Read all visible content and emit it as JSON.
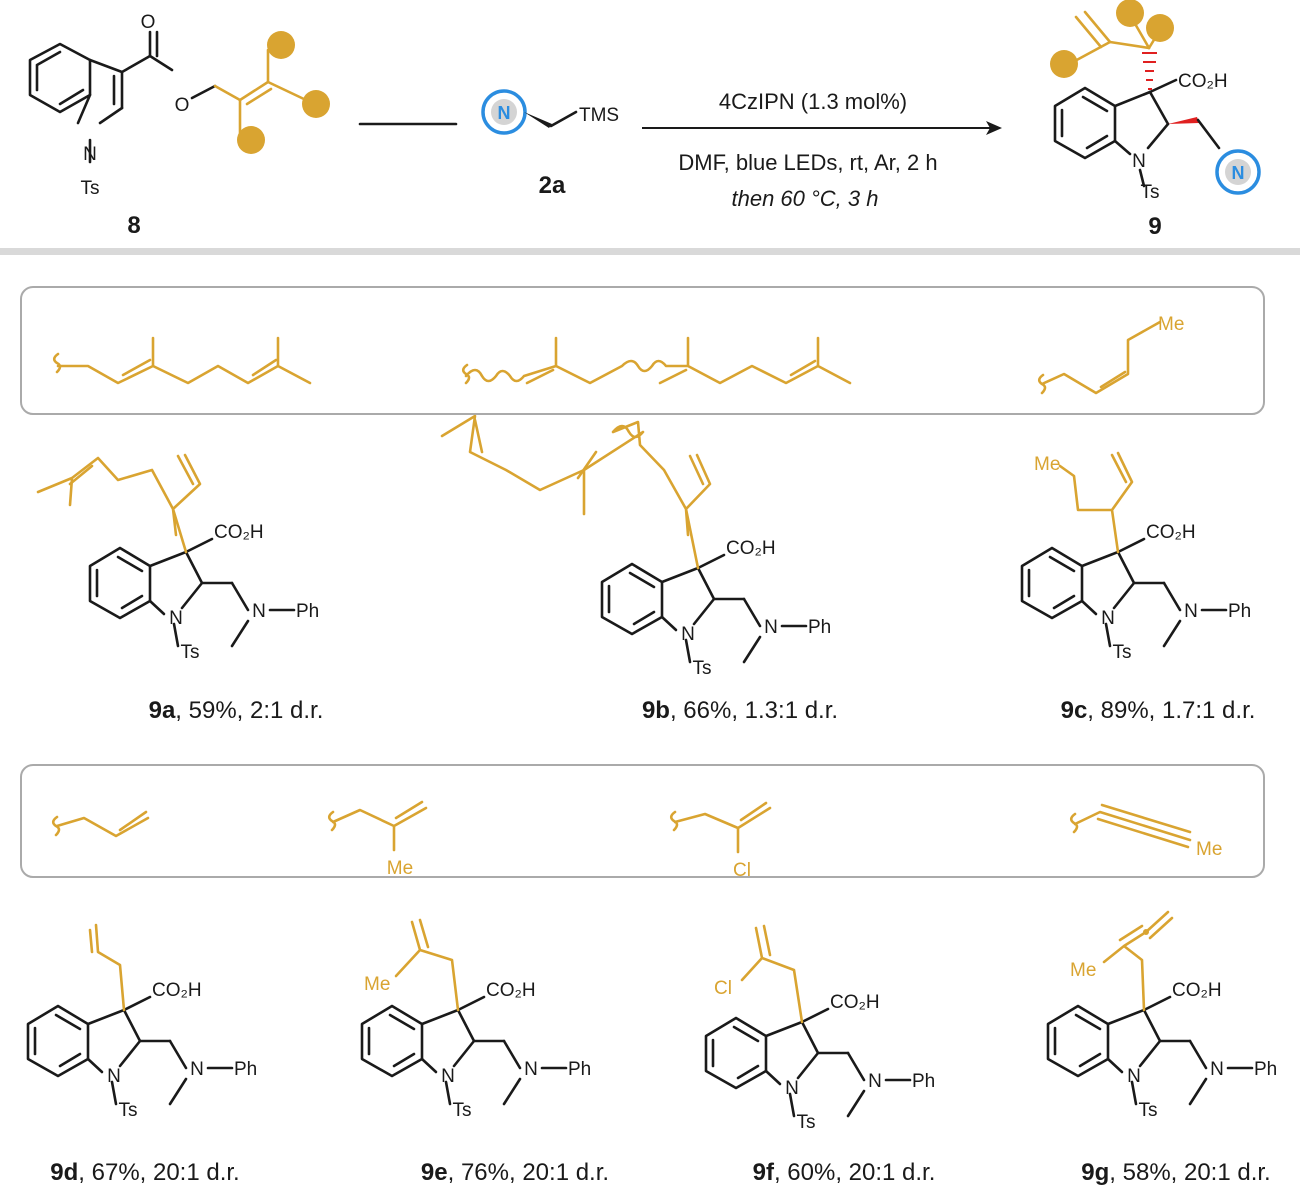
{
  "colors": {
    "ink": "#1a1a1a",
    "accent_gold": "#d9a431",
    "accent_blue": "#2b8de0",
    "stereo_red": "#e02020",
    "divider": "#d9d9d9",
    "box_border": "#aaaaaa"
  },
  "reaction": {
    "substrate_id": "8",
    "reagent_id": "2a",
    "reagent_tms": "TMS",
    "product_id": "9",
    "conditions_line1": "4CzIPN (1.3 mol%)",
    "conditions_line2": "DMF, blue LEDs, rt, Ar, 2 h",
    "conditions_line3": "then 60 °C, 3 h",
    "n_badge": "N"
  },
  "atoms": {
    "N": "N",
    "O": "O",
    "Ts": "Ts",
    "CO2H": "CO₂H",
    "Ph": "Ph",
    "Me": "Me",
    "Cl": "Cl"
  },
  "products": [
    {
      "id": "9a",
      "rest": ", 59%, 2:1 d.r."
    },
    {
      "id": "9b",
      "rest": ", 66%, 1.3:1 d.r."
    },
    {
      "id": "9c",
      "rest": ", 89%, 1.7:1 d.r."
    },
    {
      "id": "9d",
      "rest": ", 67%, 20:1 d.r."
    },
    {
      "id": "9e",
      "rest": ", 76%, 20:1 d.r."
    },
    {
      "id": "9f",
      "rest": ", 60%, 20:1 d.r."
    },
    {
      "id": "9g",
      "rest": ", 58%, 20:1 d.r."
    }
  ]
}
